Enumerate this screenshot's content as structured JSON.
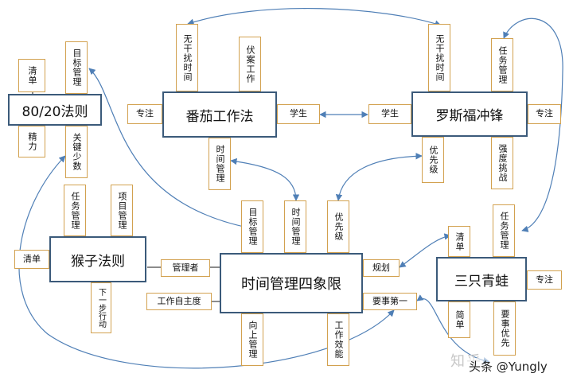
{
  "nodes": {
    "eighty_twenty": "80/20法则",
    "pomodoro": "番茄工作法",
    "rosfeld": "罗斯福冲锋",
    "monkey": "猴子法则",
    "quadrant": "时间管理四象限",
    "three_frogs": "三只青蛙"
  },
  "tags": {
    "eighty_qingdan": "清单",
    "eighty_jingli": "精力",
    "eighty_mubiao": "目标管理",
    "eighty_guanjian": "关键少数",
    "pomo_wuganrao": "无干扰时间",
    "pomo_fuan": "伏案工作",
    "pomo_zhuanzhu": "专注",
    "pomo_xuesheng": "学生",
    "pomo_shijian": "时间管理",
    "ros_wuganrao": "无干扰时间",
    "ros_renwu": "任务管理",
    "ros_xuesheng": "学生",
    "ros_zhuanzhu": "专注",
    "ros_youxian": "优先级",
    "ros_qiangdu": "强度挑战",
    "monkey_renwu": "任务管理",
    "monkey_xiangmu": "项目管理",
    "monkey_qingdan": "清单",
    "monkey_xiabu": "下一步行动",
    "quad_mubiao": "目标管理",
    "quad_shijian": "时间管理",
    "quad_youxian": "优先级",
    "quad_guanlizhe": "管理者",
    "quad_guihua": "规划",
    "quad_zizhudu": "工作自主度",
    "quad_yaoshi": "要事第一",
    "quad_xiangshang": "向上管理",
    "quad_xiaoneng": "工作效能",
    "frog_renwu": "任务管理",
    "frog_qingdan": "清单",
    "frog_zhuanzhu": "专注",
    "frog_jiandan": "简单",
    "frog_yaoshi": "要事优先"
  },
  "watermark": {
    "platform": "知乎",
    "author": "头条 @Yungly"
  },
  "colors": {
    "node_border": "#3b5a7a",
    "tag_border": "#d2a14f",
    "connector": "#4f7fb6"
  }
}
